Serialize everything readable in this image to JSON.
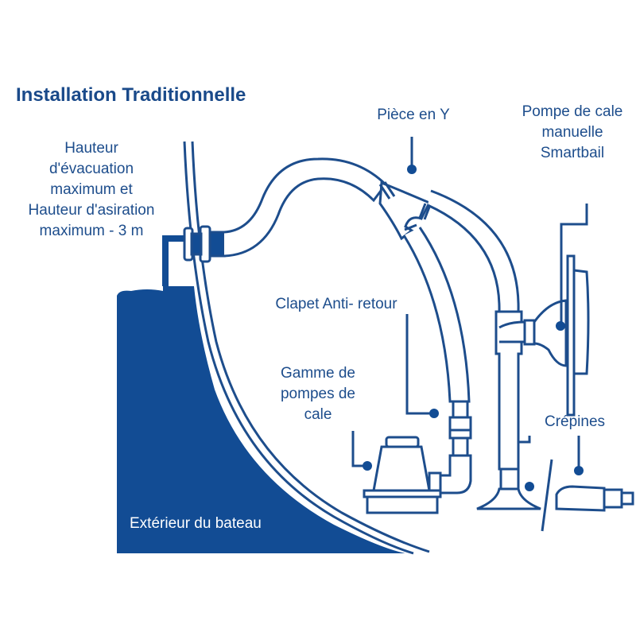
{
  "title": "Installation Traditionnelle",
  "colors": {
    "primary": "#1d4d8c",
    "fill": "#124c94",
    "background": "#ffffff"
  },
  "labels": {
    "height": [
      "Hauteur",
      "d'évacuation",
      "maximum et",
      "Hauteur d'asiration",
      "maximum - 3 m"
    ],
    "y_piece": "Pièce en Y",
    "manual_pump": [
      "Pompe de cale",
      "manuelle",
      "Smartbail"
    ],
    "check_valve": "Clapet Anti- retour",
    "pump_range": [
      "Gamme de",
      "pompes de",
      "cale"
    ],
    "strainers": "Crépines",
    "hull_exterior": "Extérieur du bateau"
  }
}
